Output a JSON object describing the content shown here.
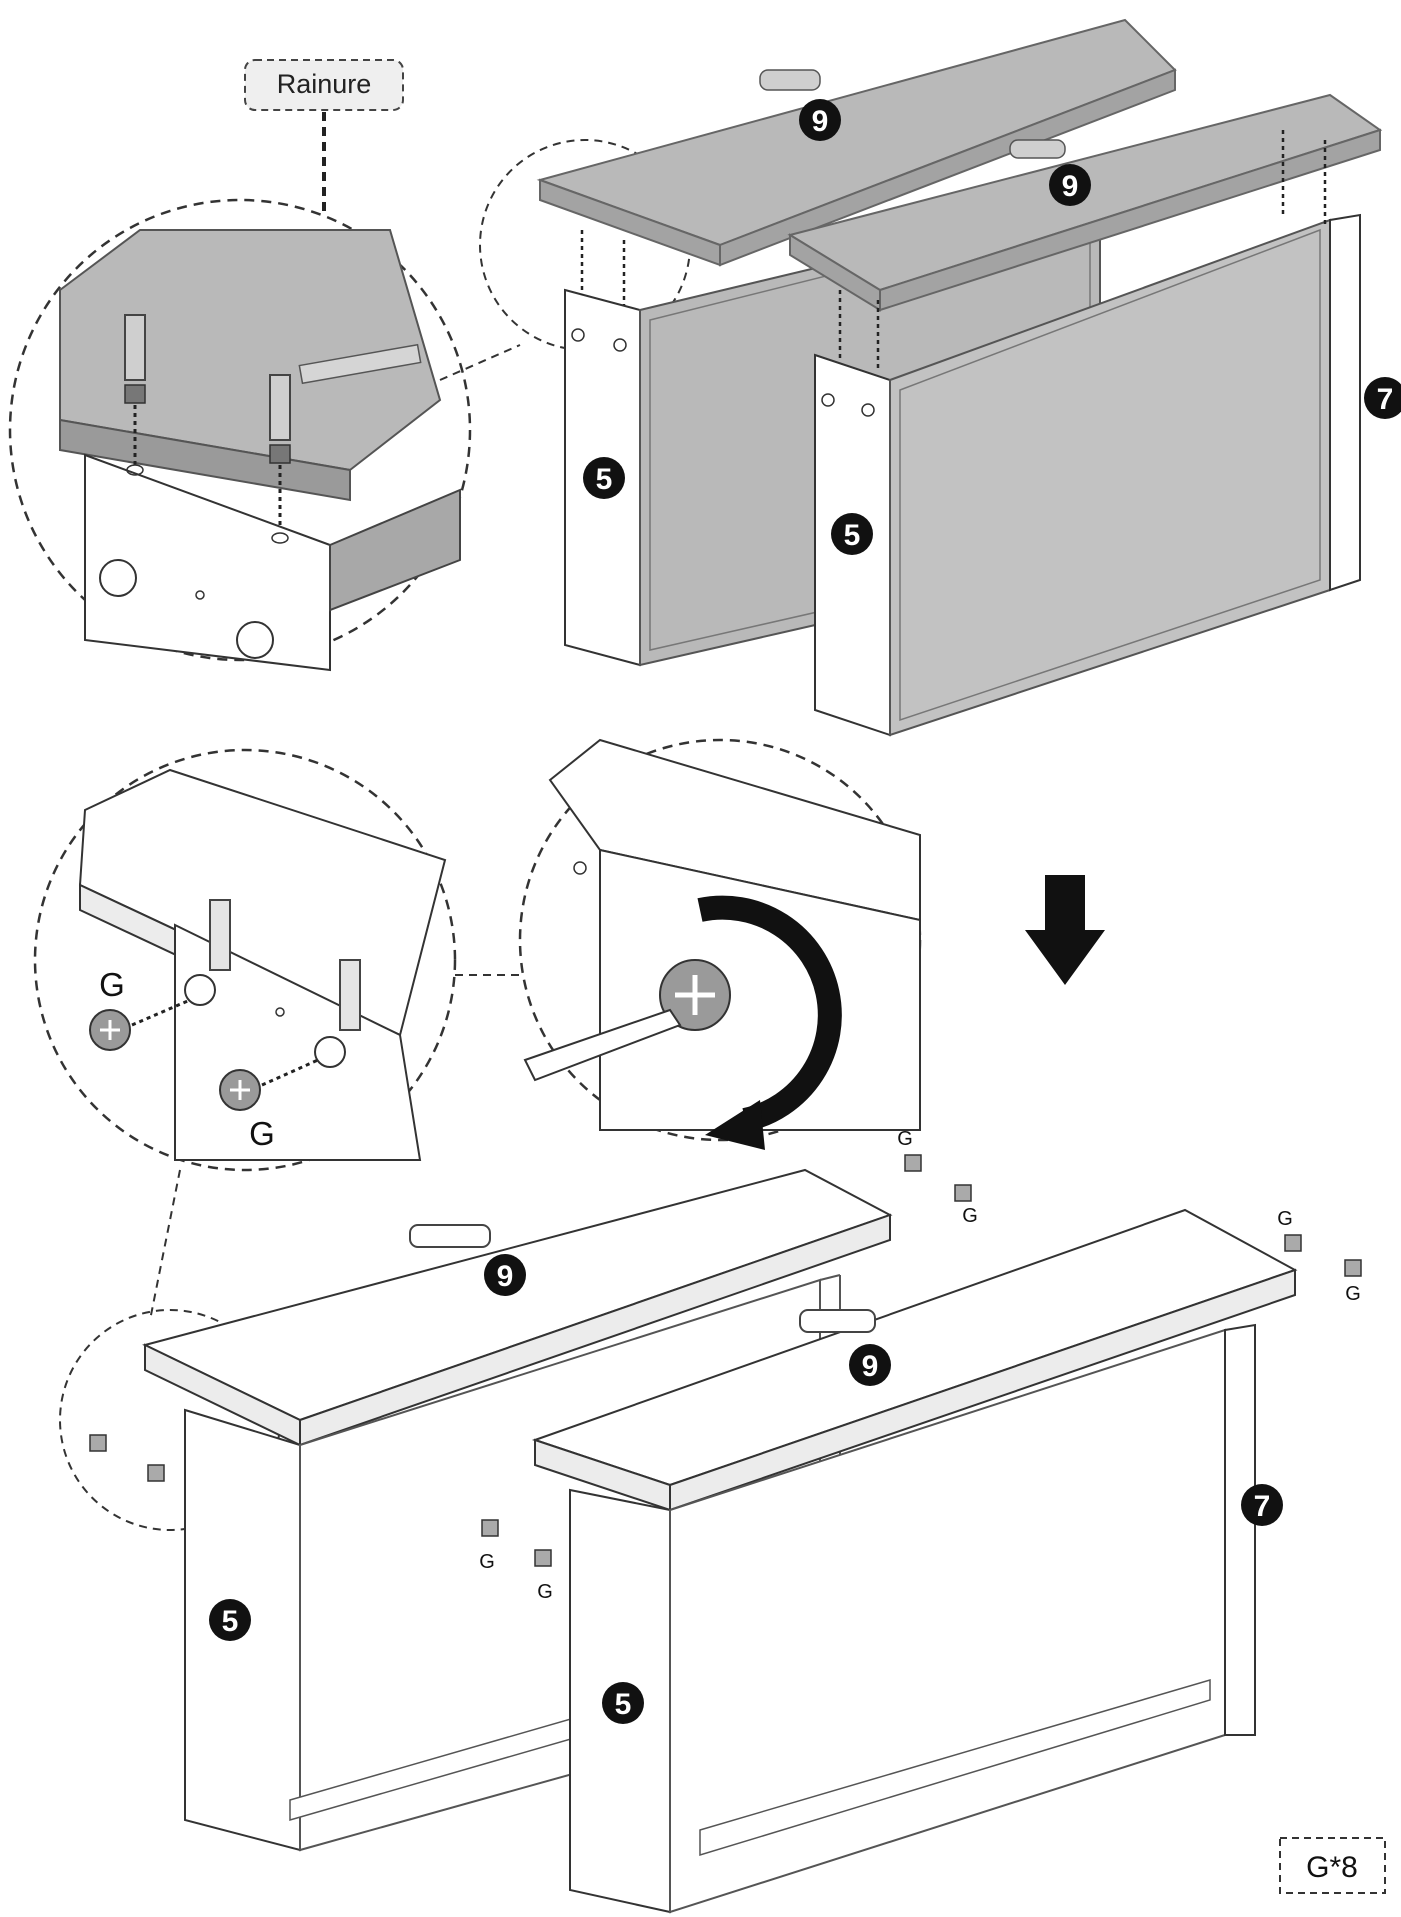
{
  "callouts": {
    "groove": "Rainure",
    "hardware_count": "G*8"
  },
  "parts": {
    "top_panel": "9",
    "side_panel": "5",
    "back_panel": "7"
  },
  "hardware": {
    "cam_lock": "G"
  },
  "colors": {
    "panel_fill": "#b9b9b9",
    "panel_edge": "#8a8a8a",
    "line": "#222222",
    "badge": "#111111"
  }
}
